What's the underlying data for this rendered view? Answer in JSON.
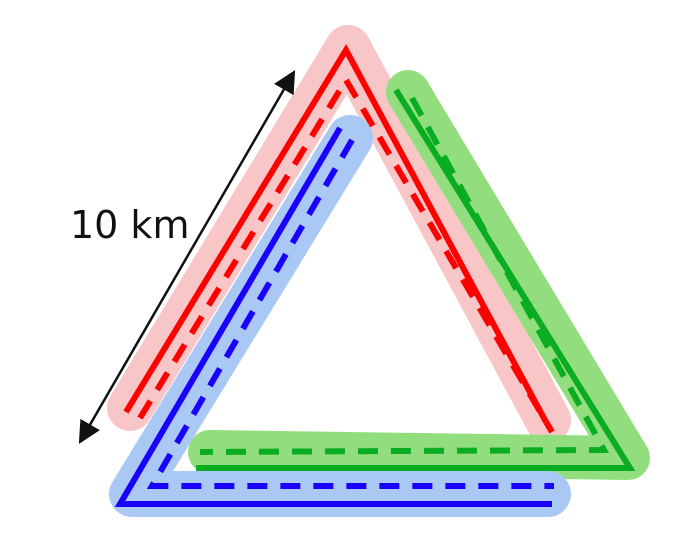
{
  "dimension": {
    "label": "10 km"
  },
  "colors": {
    "red": "#ff0000",
    "red_halo": "#f9c6c8",
    "green": "#0aac22",
    "green_halo": "#92de7e",
    "blue": "#1a00ff",
    "blue_halo": "#a9c9f4",
    "arrow": "#111111"
  },
  "paths": [
    {
      "name": "red-path",
      "color": "red",
      "halo": "red_halo"
    },
    {
      "name": "green-path",
      "color": "green",
      "halo": "green_halo"
    },
    {
      "name": "blue-path",
      "color": "blue",
      "halo": "blue_halo"
    }
  ]
}
